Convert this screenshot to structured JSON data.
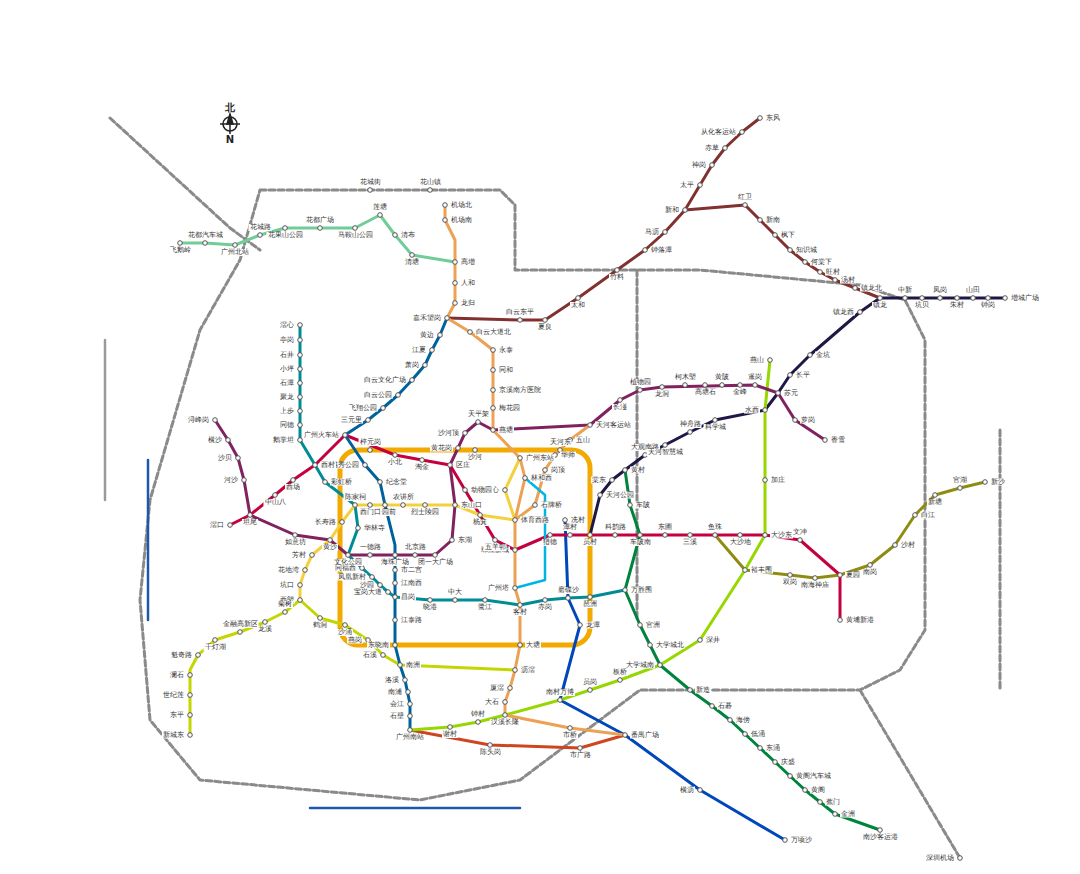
{
  "diagram": {
    "labels": [
      "北",
      "N",
      "机场北",
      "机场南",
      "高增",
      "人和",
      "龙归",
      "嘉禾望岗",
      "白云大道北",
      "永泰",
      "同和",
      "京溪南方医院",
      "梅花园",
      "燕塘",
      "广州东站",
      "林和西",
      "体育西路",
      "珠江新城",
      "广州塔",
      "客村",
      "大塘",
      "沥滘",
      "厦滘",
      "大石",
      "汉溪长隆",
      "市桥",
      "番禺广场",
      "天河客运站",
      "五山",
      "华师",
      "岗顶",
      "石牌桥",
      "黄边",
      "江夏",
      "萧岗",
      "白云文化广场",
      "白云公园",
      "飞翔公园",
      "三元里",
      "广州火车站",
      "越秀公园",
      "纪念堂",
      "公园前",
      "海珠广场",
      "市二宫",
      "江南西",
      "昌岗",
      "江泰路",
      "东晓南",
      "南洲",
      "洛溪",
      "南浦",
      "会江",
      "石壁",
      "广州南站",
      "西塱",
      "坑口",
      "花地湾",
      "芳村",
      "黄沙",
      "长寿路",
      "陈家祠",
      "西门口",
      "农讲所",
      "烈士陵园",
      "东山口",
      "杨箕",
      "体育中心",
      "滘口",
      "坦尾",
      "中山八",
      "西场",
      "西村",
      "小北",
      "淘金",
      "区庄",
      "动物园",
      "五羊邨",
      "猎德",
      "潭村",
      "员村",
      "科韵路",
      "车陂南",
      "东圃",
      "三溪",
      "鱼珠",
      "大沙地",
      "大沙东",
      "文冲",
      "夏园",
      "黄埔新港",
      "浔峰岗",
      "横沙",
      "沙贝",
      "河沙",
      "如意坊",
      "文化公园",
      "一德路",
      "北京路",
      "团一大广场",
      "东湖",
      "黄花岗",
      "沙河顶",
      "天平架",
      "长湴",
      "植物园",
      "龙洞",
      "柯木塱",
      "高塘石",
      "黄陂",
      "金峰",
      "暹岗",
      "苏元",
      "萝岗",
      "香雪",
      "滘心",
      "亭岗",
      "石井",
      "小坪",
      "石潭",
      "聚龙",
      "上步",
      "同德",
      "鹅掌坦",
      "彩虹桥",
      "华林寺",
      "同福西",
      "凤凰新村",
      "沙园",
      "宝岗大道",
      "晓港",
      "中大",
      "鹭江",
      "赤岗",
      "磨碟沙",
      "琶洲",
      "万胜围",
      "黄村",
      "车陂",
      "官洲",
      "大学城北",
      "大学城南",
      "新造",
      "石碁",
      "海傍",
      "低涌",
      "东涌",
      "庆盛",
      "黄阁汽车城",
      "黄阁",
      "蕉门",
      "金洲",
      "南沙客运港",
      "谢村",
      "钟村",
      "南村万博",
      "员岗",
      "板桥",
      "深井",
      "裕丰围",
      "加庄",
      "水西",
      "燕山",
      "飞鹅岭",
      "花都汽车城",
      "广州北站",
      "花城路",
      "花果山公园",
      "花都广场",
      "马鞍山公园",
      "莲塘",
      "清布",
      "清塘",
      "白云东平",
      "夏良",
      "太和",
      "竹料",
      "钟落潭",
      "马沥",
      "新和",
      "太平",
      "神岗",
      "赤草",
      "从化客运站",
      "东风",
      "红卫",
      "新南",
      "枫下",
      "知识城",
      "何棠下",
      "旺村",
      "汤村",
      "镇龙北",
      "镇龙",
      "镇龙西",
      "金坑",
      "长平",
      "天河公园",
      "棠东",
      "大观南路",
      "天河智慧城",
      "神舟路",
      "科学城",
      "中新",
      "坑贝",
      "凤岗",
      "朱村",
      "山田",
      "钟岗",
      "增城广场",
      "双岗",
      "南海神庙",
      "南岗",
      "沙村",
      "白江",
      "新塘",
      "官湖",
      "新沙",
      "冼村",
      "龙潭",
      "横沥",
      "万顷沙",
      "陈头岗",
      "市广路",
      "新城东",
      "东平",
      "世纪莲",
      "澜石",
      "魁奇路",
      "千灯湖",
      "金融高新区",
      "龙溪",
      "菊树",
      "鹤洞",
      "沙涌",
      "燕岗",
      "石溪",
      "梓元岗",
      "沙河",
      "天河东",
      "花城街",
      "花山镇",
      "深圳机场"
    ]
  }
}
